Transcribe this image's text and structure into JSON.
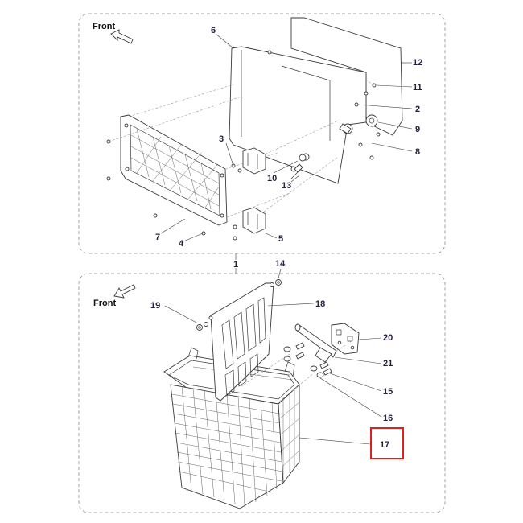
{
  "front_label": "Front",
  "assembly_label": "1",
  "upper_callouts": [
    "2",
    "3",
    "4",
    "5",
    "6",
    "7",
    "8",
    "9",
    "10",
    "11",
    "12",
    "13"
  ],
  "lower_callouts": [
    "14",
    "15",
    "16",
    "17",
    "18",
    "19",
    "20",
    "21"
  ],
  "highlighted_callout": "17",
  "highlight_color": "#e02020",
  "text_color": "#2a1f3d",
  "line_color": "#3a3a3a"
}
